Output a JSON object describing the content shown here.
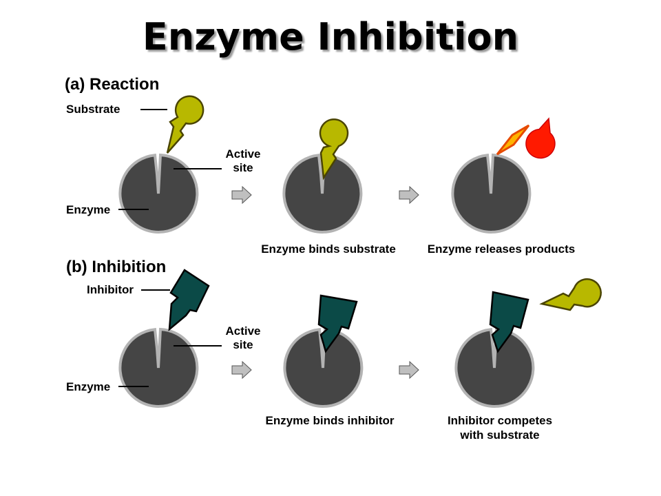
{
  "title": "Enzyme Inhibition",
  "section_a": {
    "heading": "(a) Reaction",
    "substrate_label": "Substrate",
    "enzyme_label": "Enzyme",
    "active_site_line1": "Active",
    "active_site_line2": "site",
    "caption_binds": "Enzyme binds substrate",
    "caption_releases": "Enzyme releases products"
  },
  "section_b": {
    "heading": "(b) Inhibition",
    "inhibitor_label": "Inhibitor",
    "enzyme_label": "Enzyme",
    "active_site_line1": "Active",
    "active_site_line2": "site",
    "caption_binds": "Enzyme binds inhibitor",
    "caption_competes_line1": "Inhibitor competes",
    "caption_competes_line2": "with substrate"
  },
  "colors": {
    "enzyme": "#454545",
    "enzyme_outline": "#b3b3b3",
    "substrate": "#b8b800",
    "inhibitor": "#0b4a47",
    "product_orange": "#ffb300",
    "product_red": "#ff1a00",
    "arrow": "#bfbfbf"
  }
}
